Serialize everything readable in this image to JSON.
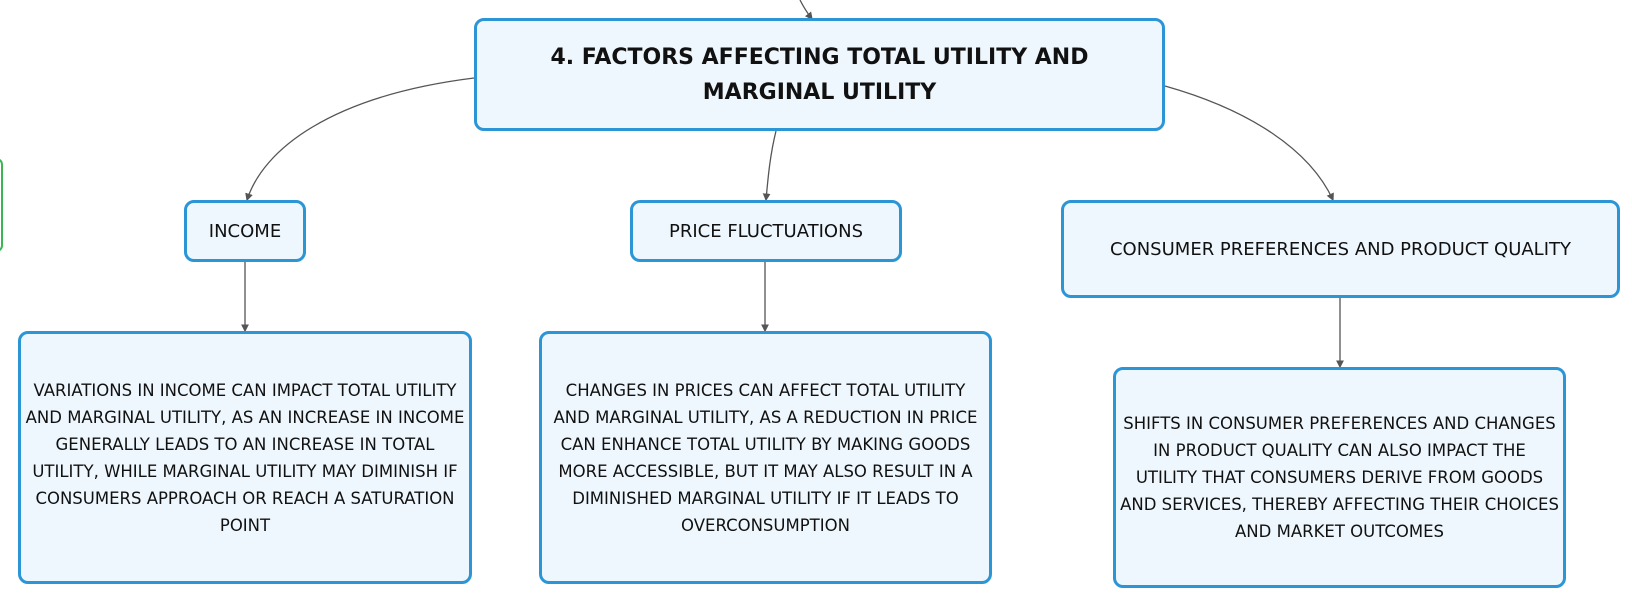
{
  "diagram": {
    "root": {
      "label": "4. FACTORS AFFECTING TOTAL UTILITY AND MARGINAL UTILITY"
    },
    "branches": [
      {
        "label": "INCOME",
        "detail": "VARIATIONS IN INCOME CAN IMPACT TOTAL UTILITY AND MARGINAL UTILITY, AS AN INCREASE IN INCOME GENERALLY LEADS TO AN INCREASE IN TOTAL UTILITY, WHILE MARGINAL UTILITY MAY DIMINISH IF CONSUMERS APPROACH OR REACH A SATURATION POINT"
      },
      {
        "label": "PRICE FLUCTUATIONS",
        "detail": "CHANGES IN PRICES CAN AFFECT TOTAL UTILITY AND MARGINAL UTILITY, AS A REDUCTION IN PRICE CAN ENHANCE TOTAL UTILITY BY MAKING GOODS MORE ACCESSIBLE, BUT IT MAY ALSO RESULT IN A DIMINISHED MARGINAL UTILITY IF IT LEADS TO OVERCONSUMPTION"
      },
      {
        "label": "CONSUMER PREFERENCES AND PRODUCT QUALITY",
        "detail": "SHIFTS IN CONSUMER PREFERENCES AND CHANGES IN PRODUCT QUALITY CAN ALSO IMPACT THE UTILITY THAT CONSUMERS DERIVE FROM GOODS AND SERVICES, THEREBY AFFECTING THEIR CHOICES AND MARKET OUTCOMES"
      }
    ]
  },
  "colors": {
    "node_fill": "#eef7fd",
    "node_border": "#2b95d6",
    "connector": "#555555",
    "side_tab_border": "#3cb554"
  }
}
